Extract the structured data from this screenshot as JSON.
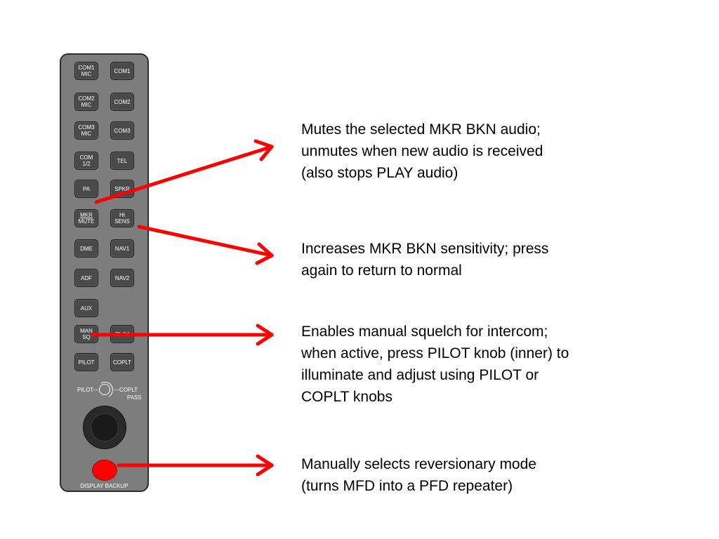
{
  "panel": {
    "keys": [
      {
        "id": "com1-mic",
        "lines": [
          "COM1",
          "MIC"
        ]
      },
      {
        "id": "com1",
        "lines": [
          "COM1"
        ]
      },
      {
        "id": "com2-mic",
        "lines": [
          "COM2",
          "MIC"
        ]
      },
      {
        "id": "com2",
        "lines": [
          "COM2"
        ]
      },
      {
        "id": "com3-mic",
        "lines": [
          "COM3",
          "MIC"
        ]
      },
      {
        "id": "com3",
        "lines": [
          "COM3"
        ]
      },
      {
        "id": "com12",
        "lines": [
          "COM",
          "1/2"
        ]
      },
      {
        "id": "tel",
        "lines": [
          "TEL"
        ]
      },
      {
        "id": "pa",
        "lines": [
          "PA"
        ]
      },
      {
        "id": "spkr",
        "lines": [
          "SPKR"
        ]
      },
      {
        "id": "mkr-mute",
        "lines": [
          "MKR",
          "MUTE"
        ]
      },
      {
        "id": "hi-sens",
        "lines": [
          "HI",
          "SENS"
        ]
      },
      {
        "id": "dme",
        "lines": [
          "DME"
        ]
      },
      {
        "id": "nav1",
        "lines": [
          "NAV1"
        ]
      },
      {
        "id": "adf",
        "lines": [
          "ADF"
        ]
      },
      {
        "id": "nav2",
        "lines": [
          "NAV2"
        ]
      },
      {
        "id": "aux",
        "lines": [
          "AUX"
        ]
      },
      {
        "id": "man-sq",
        "lines": [
          "MAN",
          "SQ"
        ]
      },
      {
        "id": "play",
        "lines": [
          "PLAY"
        ]
      },
      {
        "id": "pilot",
        "lines": [
          "PILOT"
        ]
      },
      {
        "id": "coplt",
        "lines": [
          "COPLT"
        ]
      }
    ],
    "knob_left_label": "PILOT",
    "knob_right_label": "COPLT",
    "knob_pass_label": "PASS",
    "display_backup_label": "DISPLAY BACKUP"
  },
  "callouts": {
    "mkr_mute": [
      "Mutes the selected MKR BKN audio;",
      "unmutes when new audio is received",
      "(also stops PLAY audio)"
    ],
    "hi_sens": [
      "Increases MKR BKN sensitivity; press",
      "again to return to normal"
    ],
    "man_sq": [
      "Enables manual squelch for intercom;",
      "when active, press PILOT knob (inner) to",
      "illuminate and adjust using PILOT or",
      "COPLT knobs"
    ],
    "display_backup": [
      "Manually selects reversionary mode",
      "(turns MFD into a PFD repeater)"
    ]
  },
  "colors": {
    "arrow": "#ff0000",
    "panel": "#7d7d7d",
    "key": "#4a4a4a"
  }
}
